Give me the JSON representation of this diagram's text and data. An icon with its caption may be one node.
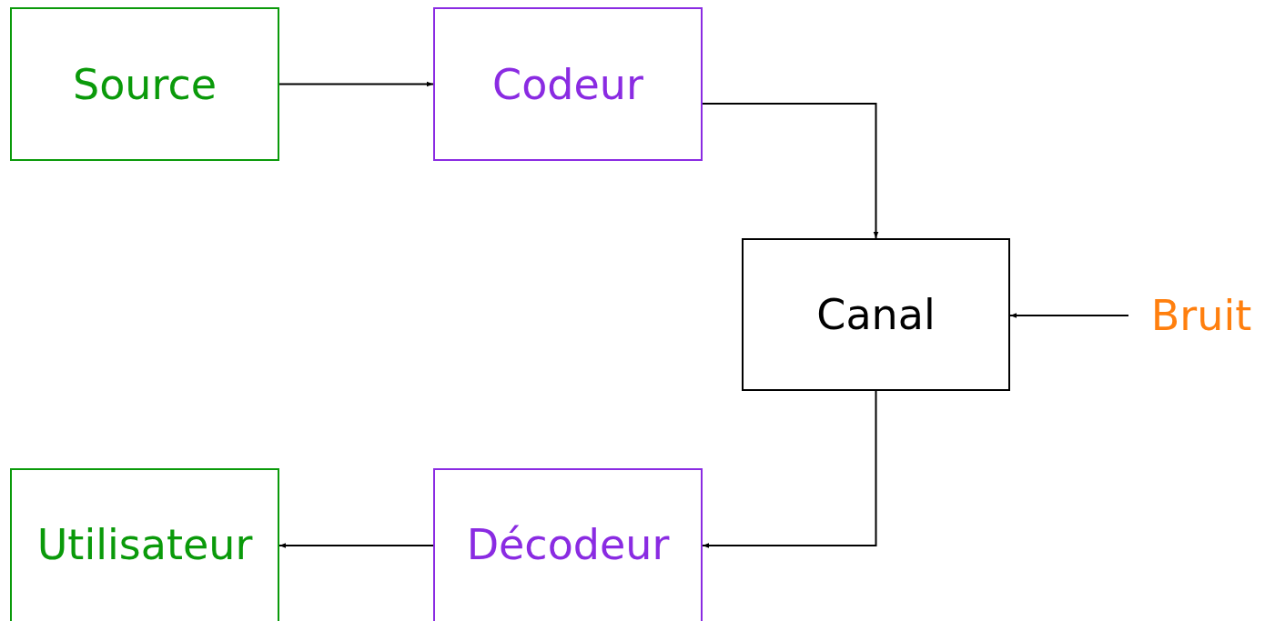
{
  "diagram": {
    "nodes": [
      {
        "text": [
          "Source"
        ]
      },
      {
        "text": [
          "Codeur"
        ]
      },
      {
        "text": [
          "Canal"
        ]
      },
      {
        "text": [
          "Bruit"
        ]
      },
      {
        "text": [
          "Décodeur"
        ]
      },
      {
        "text": [
          "Utilisateur"
        ]
      }
    ],
    "edges": [
      {
        "from": 0,
        "to": 1,
        "arrow": "to"
      },
      {
        "from": 1,
        "to": 2,
        "arrow": "to"
      },
      {
        "from": 3,
        "to": 2,
        "arrow": "to"
      },
      {
        "from": 2,
        "to": 4,
        "arrow": "to"
      },
      {
        "from": 4,
        "to": 5,
        "arrow": "to"
      }
    ]
  }
}
